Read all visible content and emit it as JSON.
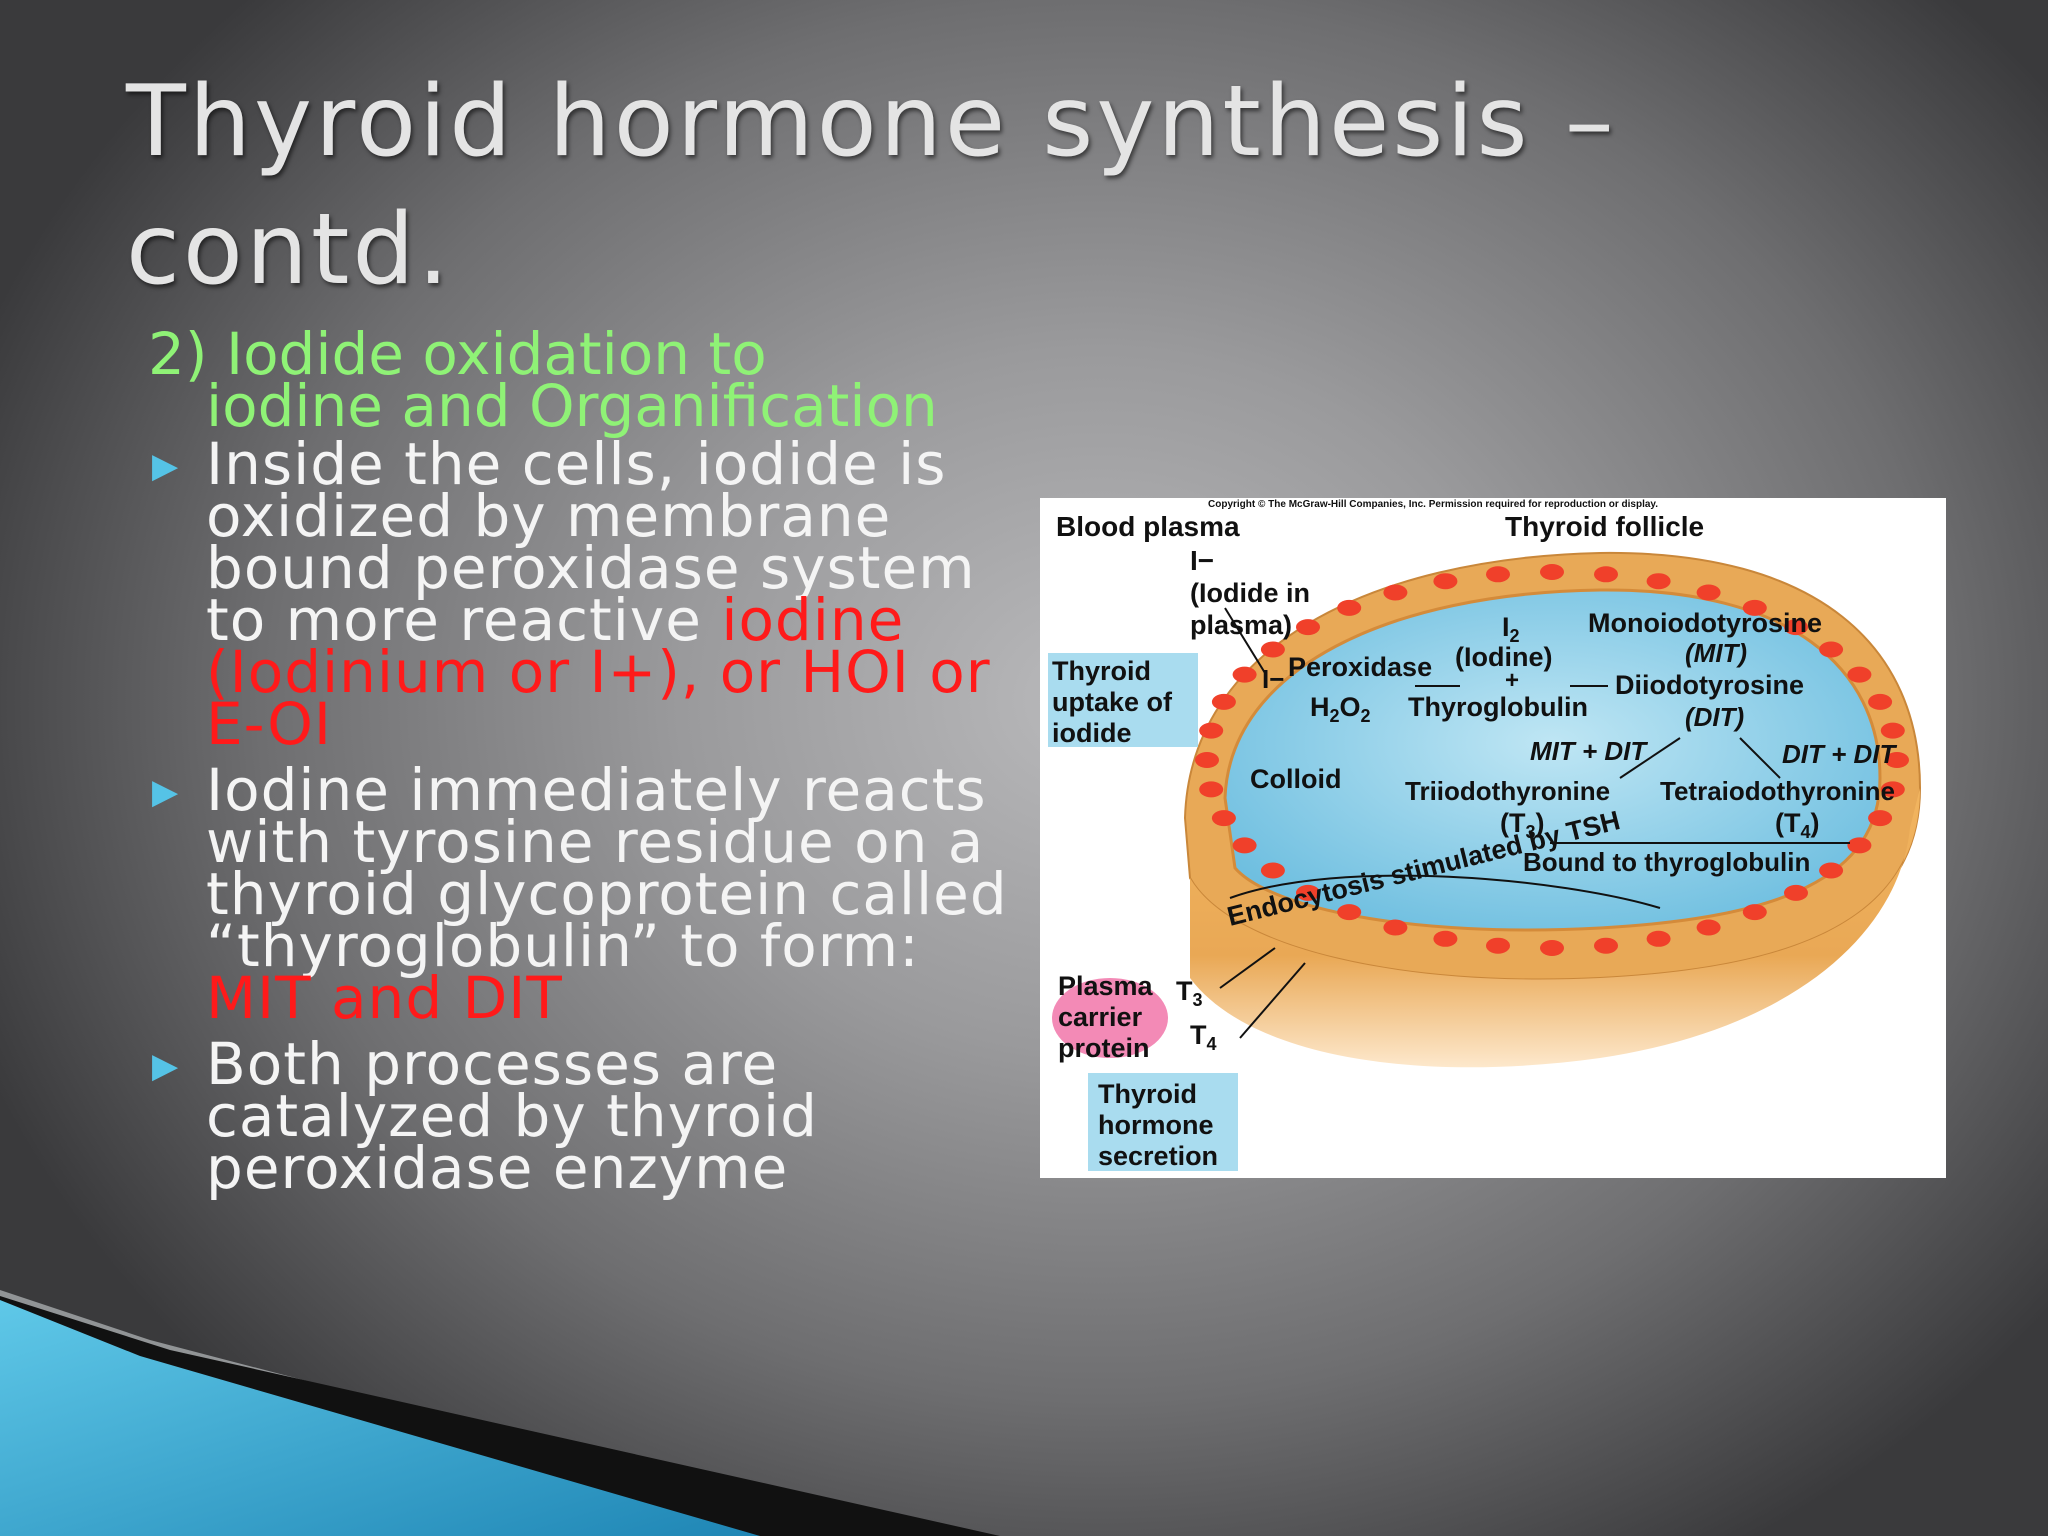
{
  "slide": {
    "title_line1": "Thyroid hormone synthesis –",
    "title_line2": "contd.",
    "heading_line1": "2) Iodide oxidation to",
    "heading_line2": "iodine and Organification",
    "bullet1_text": "Inside the cells, iodide is oxidized by membrane bound peroxidase system to more reactive ",
    "bullet1_red": "iodine (Iodinium or I+), or HOI or E-OI",
    "bullet2_text": "Iodine immediately reacts with tyrosine residue on a thyroid glycoprotein called “thyroglobulin” to form: ",
    "bullet2_red": "MIT and DIT",
    "bullet3_text": "Both processes are catalyzed by thyroid peroxidase enzyme",
    "bullet_icon": "triangle-right-icon"
  },
  "figure": {
    "copyright": "Copyright © The McGraw-Hill Companies, Inc. Permission required for reproduction or display.",
    "blood_plasma": "Blood plasma",
    "thyroid_follicle": "Thyroid follicle",
    "iodide_symbol": "I−",
    "iodide_in_plasma_1": "(Iodide in",
    "iodide_in_plasma_2": "plasma)",
    "uptake_1": "Thyroid",
    "uptake_2": "uptake of",
    "uptake_3": "iodide",
    "i_minus": "I−",
    "peroxidase": "Peroxidase",
    "h2o2_h": "H",
    "h2o2_2a": "2",
    "h2o2_o": "O",
    "h2o2_2b": "2",
    "i2_i": "I",
    "i2_sub": "2",
    "iodine_paren": "(Iodine)",
    "plus": "+",
    "thyroglobulin": "Thyroglobulin",
    "monoiodotyrosine": "Monoiodotyrosine",
    "mit_paren": "(MIT)",
    "diiodotyrosine": "Diiodotyrosine",
    "dit_paren": "(DIT)",
    "colloid": "Colloid",
    "mit_dit": "MIT + DIT",
    "dit_dit": "DIT + DIT",
    "triiodothyronine": "Triiodothyronine",
    "tetraiodothyronine": "Tetraiodothyronine",
    "t3_paren_a": "(T",
    "t3_sub": "3",
    "t3_paren_b": ")",
    "t4_paren_a": "(T",
    "t4_sub": "4",
    "t4_paren_b": ")",
    "bound": "Bound to thyroglobulin",
    "endocytosis": "Endocytosis stimulated by TSH",
    "plasma_carrier_1": "Plasma",
    "plasma_carrier_2": "carrier",
    "plasma_carrier_3": "protein",
    "t3_label": "T",
    "t3_label_sub": "3",
    "t4_label": "T",
    "t4_label_sub": "4",
    "secretion_1": "Thyroid",
    "secretion_2": "hormone",
    "secretion_3": "secretion"
  },
  "colors": {
    "heading": "#8ff276",
    "highlight": "#ff1a1a",
    "bullet": "#55c3e6"
  }
}
